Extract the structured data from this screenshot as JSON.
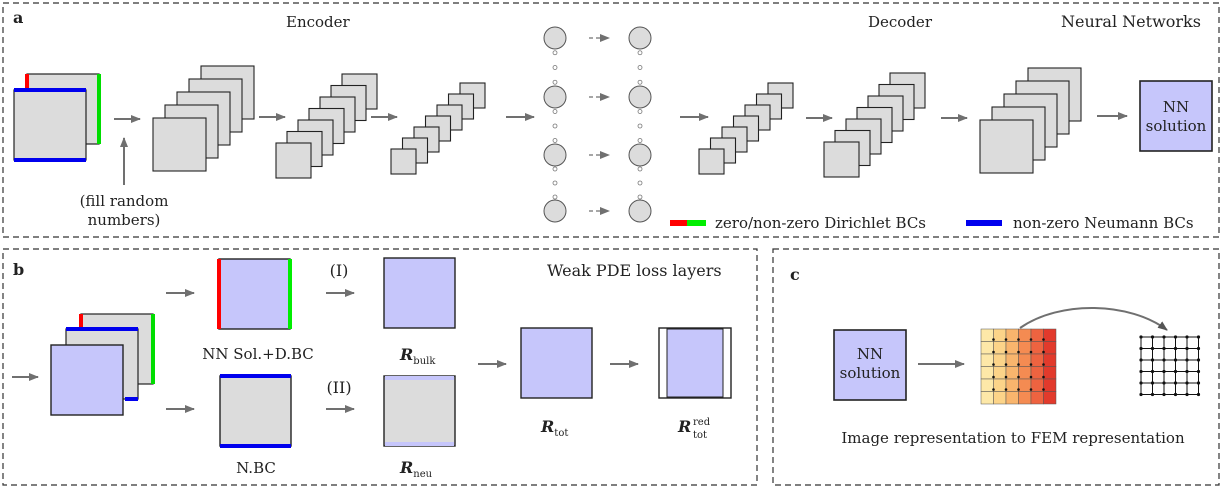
{
  "colors": {
    "dirichlet_zero": "#ff0000",
    "dirichlet_nonzero": "#00ee00",
    "neumann": "#0000ee",
    "sol_fill": "#c6c6fb",
    "grey_fill": "#dcdcdc",
    "arrow": "#707070"
  },
  "panel_a": {
    "letter": "a",
    "encoder": "Encoder",
    "decoder": "Decoder",
    "title": "Neural Networks",
    "fill_line1": "(fill random",
    "fill_line2": "numbers)",
    "nn_solution_line1": "NN",
    "nn_solution_line2": "solution",
    "legend_dirichlet": "zero/non-zero Dirichlet BCs",
    "legend_neumann": "non-zero Neumann BCs"
  },
  "panel_b": {
    "letter": "b",
    "title": "Weak PDE loss layers",
    "step_1": "(I)",
    "step_2": "(II)",
    "nn_sol_dbc": "NN Sol.+D.BC",
    "nbc": "N.BC",
    "r_bulk": "R",
    "r_bulk_sub": "bulk",
    "r_neu": "R",
    "r_neu_sub": "neu",
    "r_tot": "R",
    "r_tot_sub": "tot",
    "r_red": "R",
    "r_red_sup": "red",
    "r_red_sub": "tot"
  },
  "panel_c": {
    "letter": "c",
    "nn_solution_line1": "NN",
    "nn_solution_line2": "solution",
    "caption": "Image representation to FEM representation"
  }
}
